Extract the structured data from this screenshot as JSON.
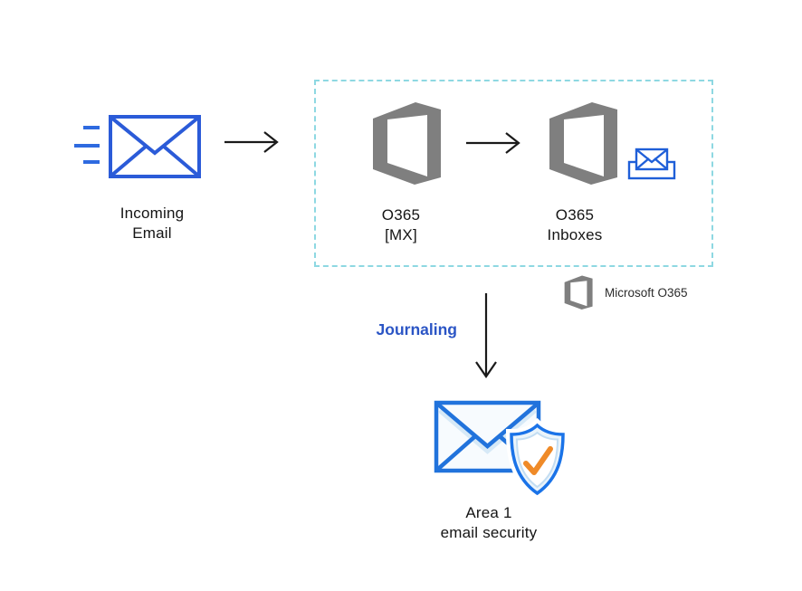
{
  "nodes": {
    "incoming_email": {
      "line1": "Incoming",
      "line2": "Email"
    },
    "o365_mx": {
      "line1": "O365",
      "line2": "[MX]"
    },
    "o365_inboxes": {
      "line1": "O365",
      "line2": "Inboxes"
    },
    "area1": {
      "line1": "Area 1",
      "line2": "email security"
    }
  },
  "labels": {
    "journaling": "Journaling"
  },
  "legend": {
    "microsoft_o365": "Microsoft O365"
  },
  "colors": {
    "envelope_blue": "#2b5bd8",
    "office_gray": "#7f7f7f",
    "dashed_border": "#8ed8e2",
    "journaling_blue": "#2b55c5",
    "security_blue": "#1a73e8",
    "security_fill": "#eaf4fb",
    "check_orange": "#ef8a28",
    "arrow_black": "#1a1a1a"
  }
}
